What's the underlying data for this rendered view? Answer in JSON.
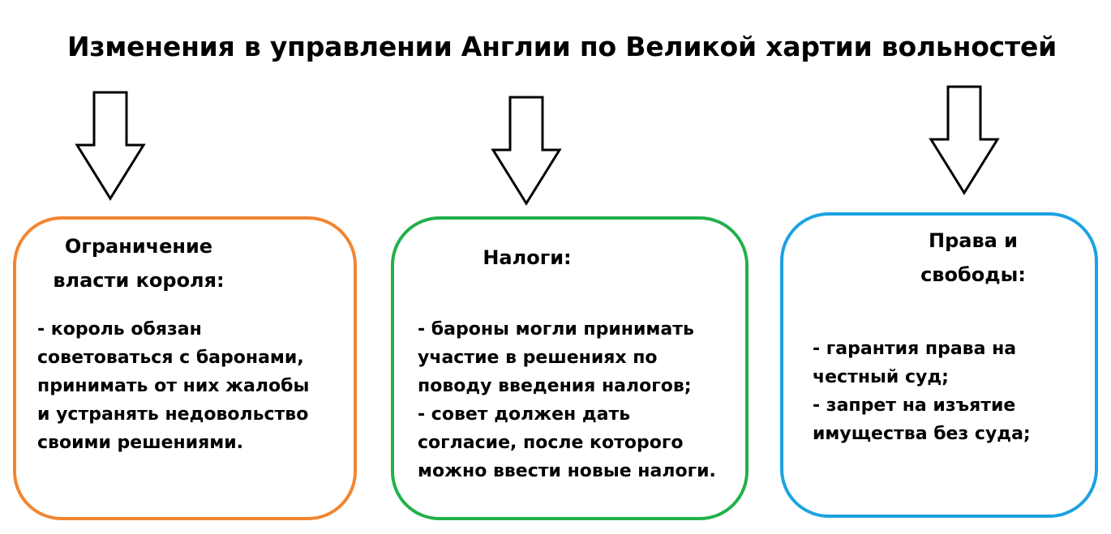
{
  "title": "Изменения в управлении Англии по Великой хартии вольностей",
  "colors": {
    "orange": "#f28530",
    "green": "#22b04b",
    "blue": "#1ca2e2",
    "arrow_stroke": "#000000"
  },
  "icons": [
    "down-arrow-icon",
    "down-arrow-icon",
    "down-arrow-icon"
  ],
  "boxes": [
    {
      "color": "orange",
      "heading_lines": [
        "Ограничение",
        "власти короля:"
      ],
      "body_lines": [
        "- король обязан",
        "советоваться с баронами,",
        "принимать от них жалобы",
        "и устранять недовольство",
        "своими решениями."
      ]
    },
    {
      "color": "green",
      "heading_lines": [
        "Налоги:"
      ],
      "body_lines": [
        "- бароны могли принимать",
        "участие в решениях по",
        "поводу введения налогов;",
        "- совет должен дать",
        "согласие, после которого",
        "можно ввести новые налоги."
      ]
    },
    {
      "color": "blue",
      "heading_lines": [
        "Права и",
        "свободы:"
      ],
      "body_lines": [
        "- гарантия права на",
        "честный суд;",
        "- запрет на изъятие",
        "имущества без суда;"
      ]
    }
  ]
}
